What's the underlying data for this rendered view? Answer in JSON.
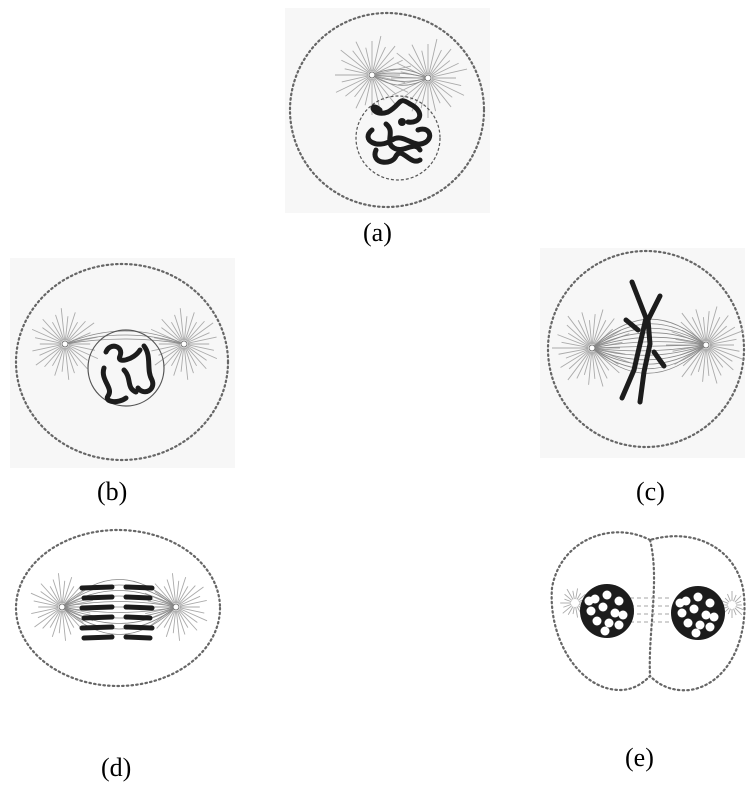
{
  "labels": {
    "a": "(a)",
    "b": "(b)",
    "c": "(c)",
    "d": "(d)",
    "e": "(e)"
  },
  "colors": {
    "background": "#ffffff",
    "panel": "#f7f7f7",
    "membrane": "#666666",
    "chromosome": "#1c1c1c",
    "aster": "#aaaaaa"
  }
}
